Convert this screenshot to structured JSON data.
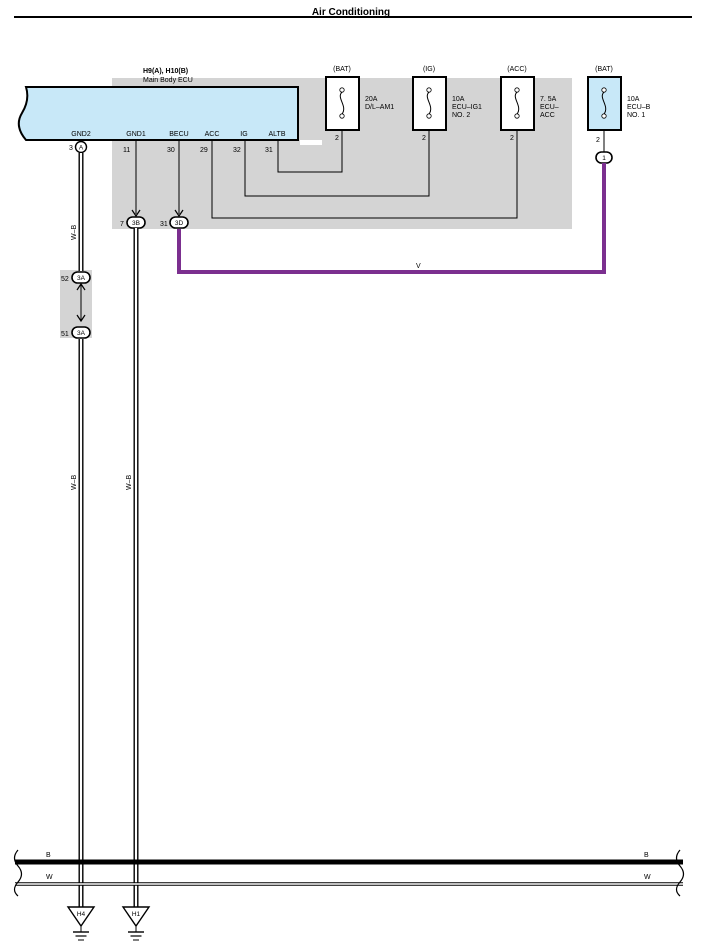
{
  "page": {
    "title": "Air Conditioning"
  },
  "ecu": {
    "connectors": "H9(A), H10(B)",
    "name": "Main Body ECU",
    "terminals": [
      {
        "label": "GND2",
        "pin": "3",
        "connector": "A"
      },
      {
        "label": "GND1",
        "pin": "11"
      },
      {
        "label": "BECU",
        "pin": "30"
      },
      {
        "label": "ACC",
        "pin": "29"
      },
      {
        "label": "IG",
        "pin": "32"
      },
      {
        "label": "ALTB",
        "pin": "31"
      }
    ]
  },
  "fuses": [
    {
      "source": "(BAT)",
      "rating": "20A",
      "name": "D/L–AM1",
      "name2": "",
      "pin": "2"
    },
    {
      "source": "(IG)",
      "rating": "10A",
      "name": "ECU–IG1",
      "name2": "NO. 2",
      "pin": "2"
    },
    {
      "source": "(ACC)",
      "rating": "7. 5A",
      "name": "ECU–",
      "name2": "ACC",
      "pin": "2"
    },
    {
      "source": "(BAT)",
      "rating": "10A",
      "name": "ECU–B",
      "name2": "NO. 1",
      "pin": "2",
      "connector": "1"
    }
  ],
  "junctions": {
    "gnd1": {
      "pin": "7",
      "connector": "3B"
    },
    "becu": {
      "pin": "31",
      "connector": "3D"
    },
    "upper": {
      "pin": "52",
      "connector": "3A"
    },
    "lower": {
      "pin": "51",
      "connector": "3A"
    }
  },
  "wires": {
    "becu_color": "V",
    "gnd2_color_top": "W–B",
    "gnd2_color_bottom": "W–B",
    "gnd1_color": "W–B",
    "violet_hex": "#7b2f8f"
  },
  "bus": {
    "b_label": "B",
    "w_label": "W"
  },
  "grounds": [
    {
      "label": "H4"
    },
    {
      "label": "H1"
    }
  ]
}
